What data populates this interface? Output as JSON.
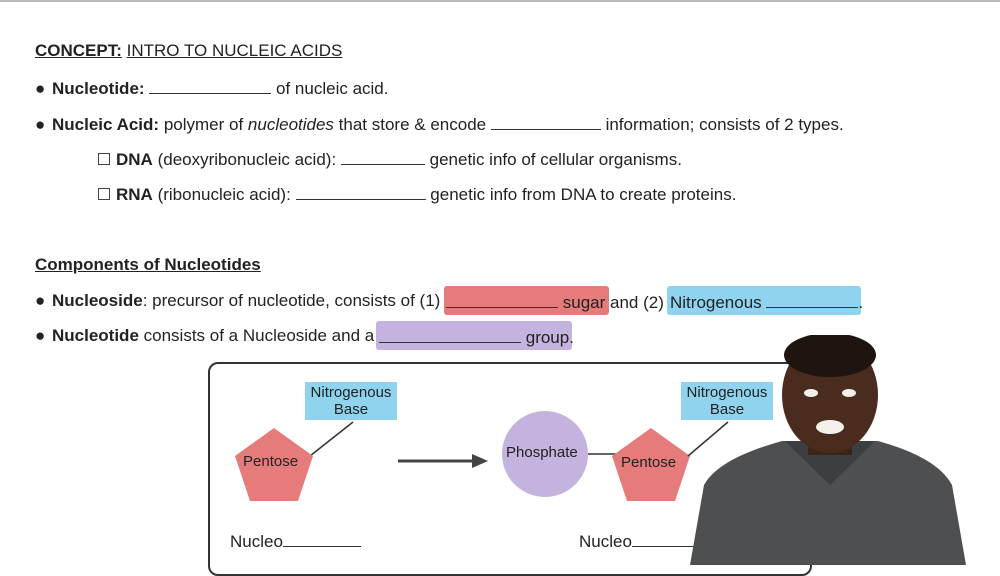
{
  "concept": {
    "label": "CONCEPT:",
    "title": "INTRO TO NUCLEIC ACIDS"
  },
  "lines": {
    "nucleotide_term": "Nucleotide:",
    "nucleotide_rest": "of nucleic acid.",
    "nucleic_term": "Nucleic Acid:",
    "nucleic_pre": "polymer of",
    "nucleic_italic": "nucleotides",
    "nucleic_mid": "that store & encode",
    "nucleic_post": "information; consists of 2 types.",
    "dna_term": "DNA",
    "dna_paren": "(deoxyribonucleic acid):",
    "dna_rest": "genetic info of cellular organisms.",
    "rna_term": "RNA",
    "rna_paren": "(ribonucleic acid):",
    "rna_rest": "genetic info from DNA to create proteins."
  },
  "components": {
    "heading": "Components of Nucleotides",
    "nucleoside_term": "Nucleoside",
    "nucleoside_rest": ": precursor of nucleotide, consists of (1)",
    "sugar": "sugar",
    "and2": "and (2)",
    "nitrogenous": "Nitrogenous",
    "period": ".",
    "nucleotide_term": "Nucleotide",
    "nucleotide_rest": "consists of a Nucleoside and a",
    "group": "group",
    "period2": "."
  },
  "diagram": {
    "left_base": "Nitrogenous Base",
    "left_pentose": "Pentose",
    "left_nucleo": "Nucleo",
    "phosphate": "Phosphate",
    "right_base": "Nitrogenous Base",
    "right_pentose": "Pentose",
    "right_nucleo": "Nucleo"
  },
  "colors": {
    "red_highlight": "#e57b7b",
    "blue_highlight": "#8fd3ee",
    "purple_highlight": "#c4b3de",
    "pentose": "#e57b7b",
    "phosphate": "#c4b3de"
  }
}
